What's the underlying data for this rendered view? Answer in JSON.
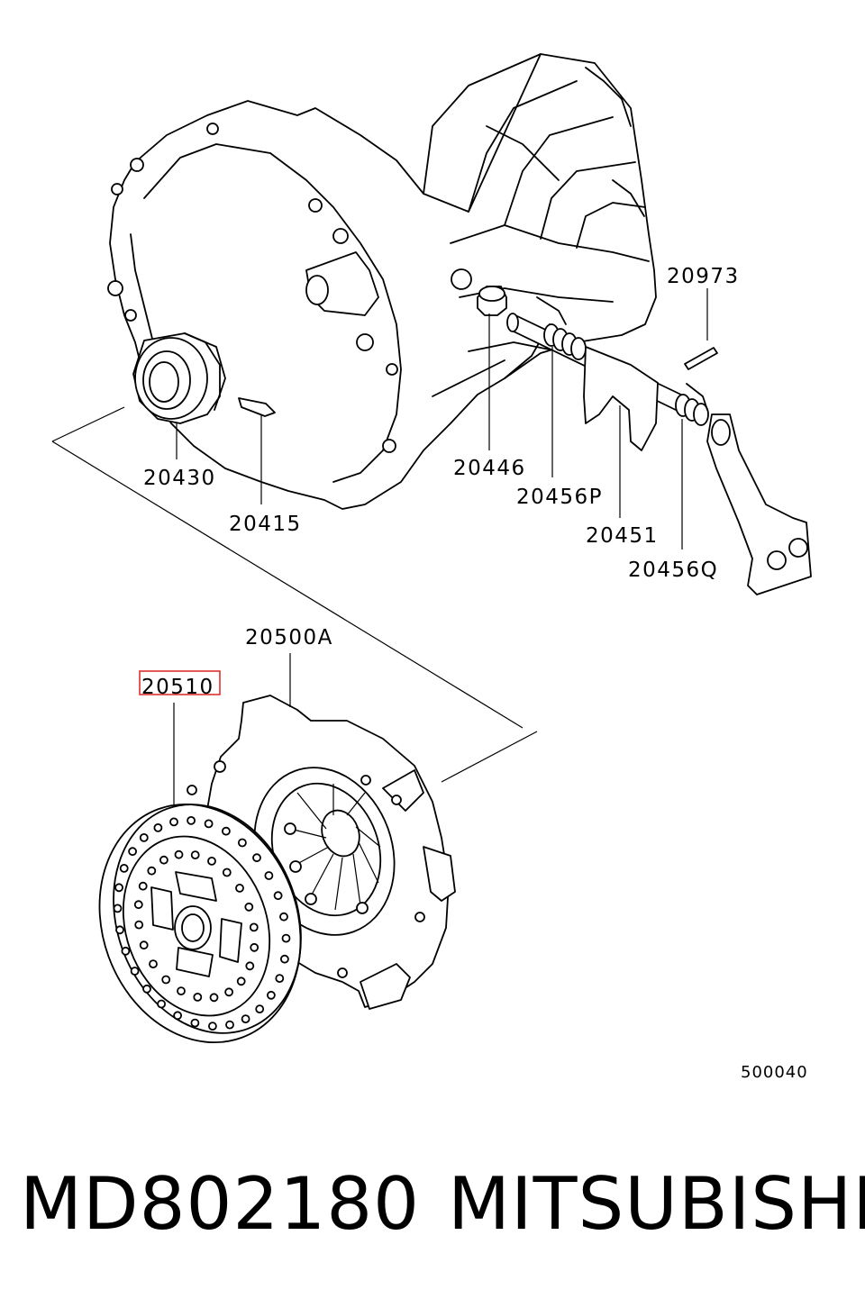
{
  "diagram": {
    "callouts": {
      "c20973": "20973",
      "c20430": "20430",
      "c20446": "20446",
      "c20456P": "20456P",
      "c20415": "20415",
      "c20451": "20451",
      "c20456Q": "20456Q",
      "c20500A": "20500A",
      "c20510": "20510"
    },
    "highlighted_callout": "20510",
    "highlight_color": "#e03030",
    "figure_ref": "500040"
  },
  "footer": {
    "part_number": "MD802180",
    "brand": "MITSUBISHI"
  }
}
